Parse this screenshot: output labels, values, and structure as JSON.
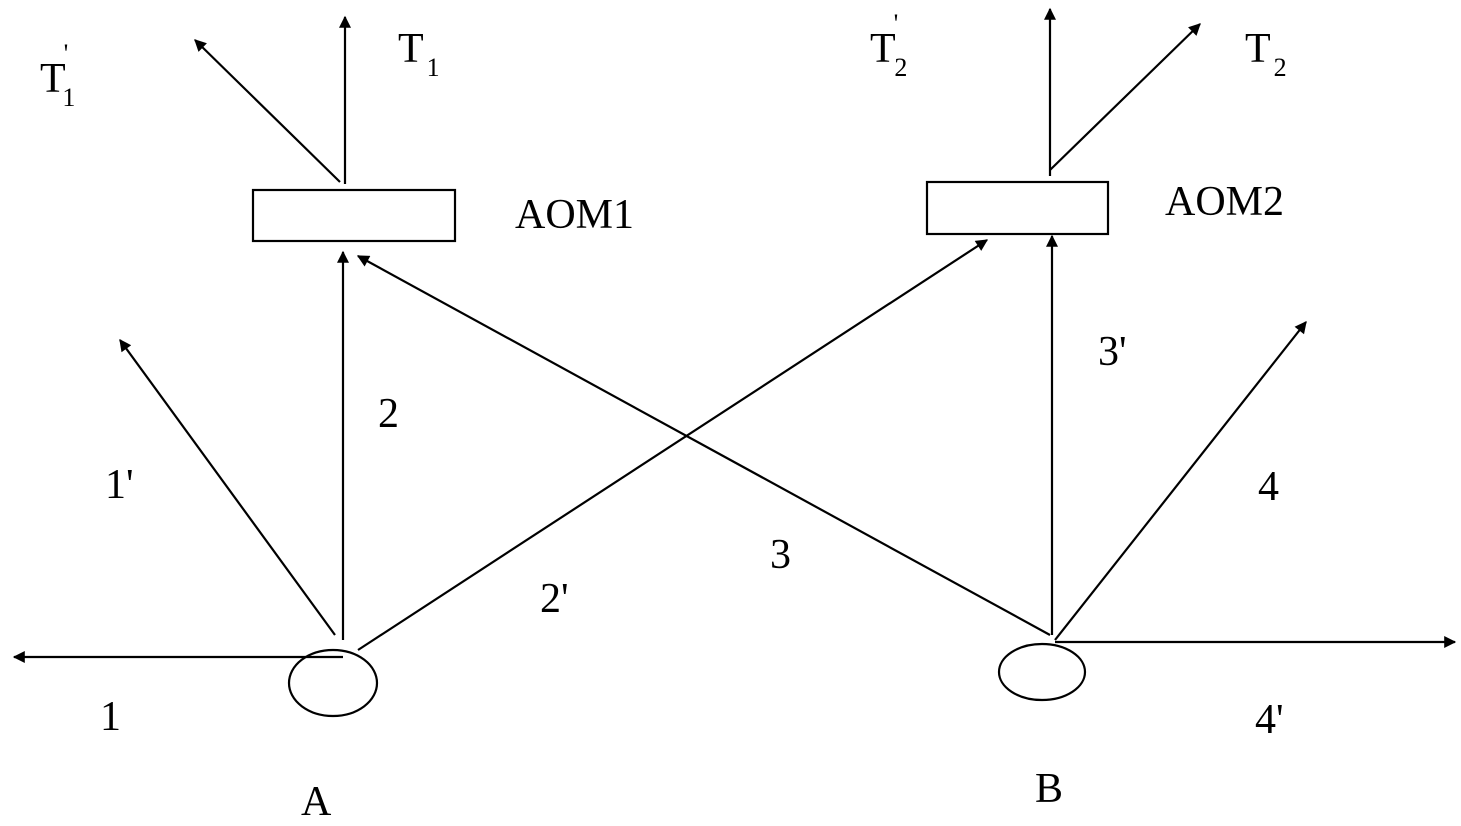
{
  "labels": {
    "t1_prime": {
      "main": "T",
      "sub": "1",
      "sup": "'"
    },
    "t1": {
      "main": "T",
      "sub": "1"
    },
    "t2_prime": {
      "main": "T",
      "sub": "2",
      "sup": "'"
    },
    "t2": {
      "main": "T",
      "sub": "2"
    },
    "aom1": "AOM1",
    "aom2": "AOM2",
    "beam_1": "1",
    "beam_1_prime": "1'",
    "beam_2": "2",
    "beam_2_prime": "2'",
    "beam_3": "3",
    "beam_3_prime": "3'",
    "beam_4": "4",
    "beam_4_prime": "4'",
    "node_a": "A",
    "node_b": "B"
  }
}
